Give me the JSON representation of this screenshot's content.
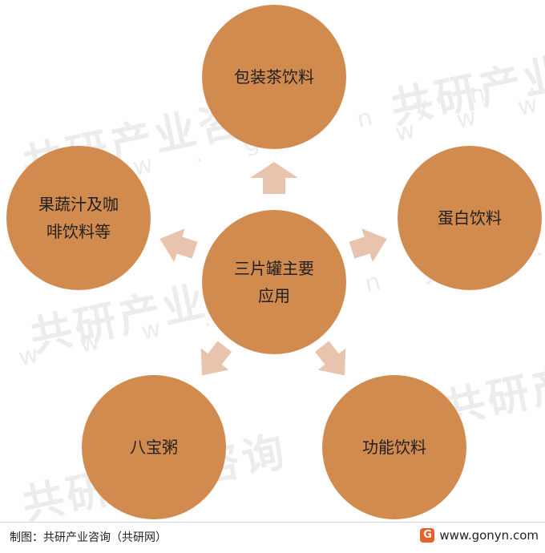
{
  "diagram": {
    "center": {
      "line1": "三片罐主要",
      "line2": "应用"
    },
    "nodes": {
      "top": {
        "label": "包装茶饮料"
      },
      "right": {
        "label": "蛋白饮料"
      },
      "bottom_right": {
        "label": "功能饮料"
      },
      "bottom_left": {
        "label": "八宝粥"
      },
      "left": {
        "line1": "果蔬汁及咖",
        "line2": "啡饮料等"
      }
    }
  },
  "watermark": {
    "brand": "共研产业咨询",
    "url": "w w w . g o n y n . c o m"
  },
  "footer": {
    "source": "制图：共研产业咨询（共研网）",
    "logo_glyph": "G",
    "website": "www.gonyn.com"
  },
  "colors": {
    "node_fill": "#d28b4e",
    "arrow_fill": "#e8c3ad",
    "logo": "#e8612c"
  }
}
